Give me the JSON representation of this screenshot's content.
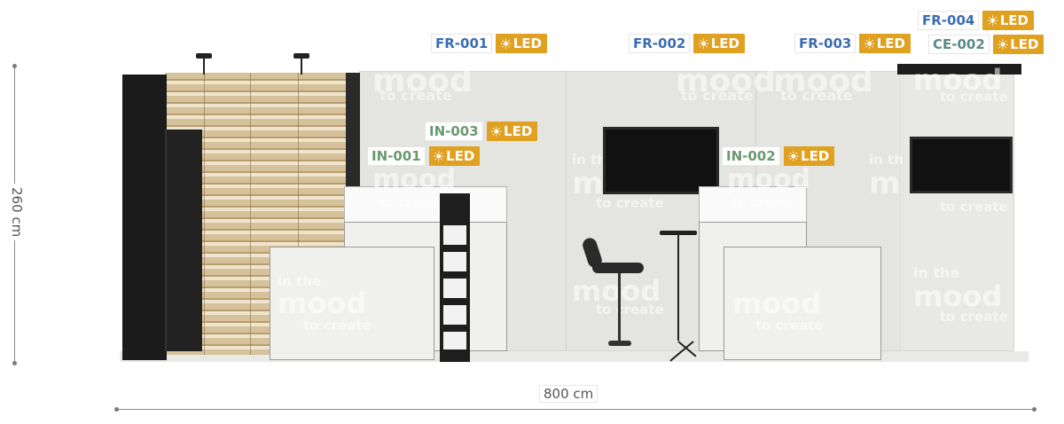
{
  "dimensions": {
    "height": "260 cm",
    "width": "800 cm"
  },
  "watermark": {
    "line1": "in the",
    "line2": "mood",
    "line3": "to create"
  },
  "labels": [
    {
      "code": "FR-001",
      "led": "LED",
      "color": "#3a6db0"
    },
    {
      "code": "FR-002",
      "led": "LED",
      "color": "#3a6db0"
    },
    {
      "code": "FR-003",
      "led": "LED",
      "color": "#3a6db0"
    },
    {
      "code": "FR-004",
      "led": "LED",
      "color": "#3a6db0"
    },
    {
      "code": "CE-002",
      "led": "LED",
      "color": "#5a8a86"
    },
    {
      "code": "IN-003",
      "led": "LED",
      "color": "#6a9a70"
    },
    {
      "code": "IN-001",
      "led": "LED",
      "color": "#6a9a70"
    },
    {
      "code": "IN-002",
      "led": "LED",
      "color": "#6a9a70"
    }
  ],
  "icons": {
    "led": "sun-icon"
  },
  "colors": {
    "led_badge": "#e0a020",
    "wall": "#e4e4e0",
    "dark": "#1b1b1b"
  }
}
